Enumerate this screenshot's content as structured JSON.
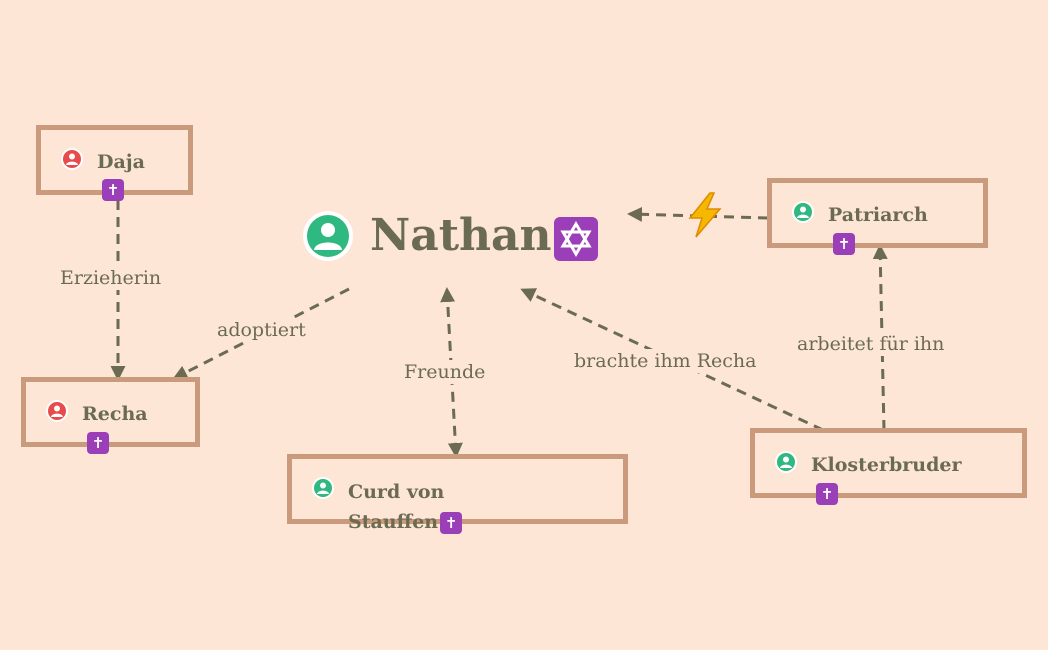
{
  "colors": {
    "background": "#fde6d6",
    "node_border": "#c99a7c",
    "text": "#6b6b53",
    "edge": "#6b6b53",
    "icon_red": "#e84b4b",
    "icon_green": "#2fb87f",
    "badge_purple": "#9b3fb8",
    "lightning": "#f5b800"
  },
  "center": {
    "name": "Nathan",
    "icon": "person-icon",
    "badge": "star-of-david-icon"
  },
  "nodes": {
    "daja": {
      "name": "Daja",
      "icon_color": "red",
      "badge": "✝"
    },
    "recha": {
      "name": "Recha",
      "icon_color": "red",
      "badge": "✝"
    },
    "curd": {
      "name_line1": "Curd von",
      "name_line2": "Stauffen",
      "icon_color": "green",
      "badge": "✝"
    },
    "patriarch": {
      "name": "Patriarch",
      "icon_color": "green",
      "badge": "✝"
    },
    "klosterbruder": {
      "name": "Klosterbruder",
      "icon_color": "green",
      "badge": "✝"
    }
  },
  "edges": {
    "daja_recha": "Erzieherin",
    "nathan_recha": "adoptiert",
    "nathan_curd": "Freunde",
    "kloster_nathan": "brachte ihm Recha",
    "kloster_patriarch": "arbeitet für ihn",
    "patriarch_nathan": "lightning-icon"
  }
}
